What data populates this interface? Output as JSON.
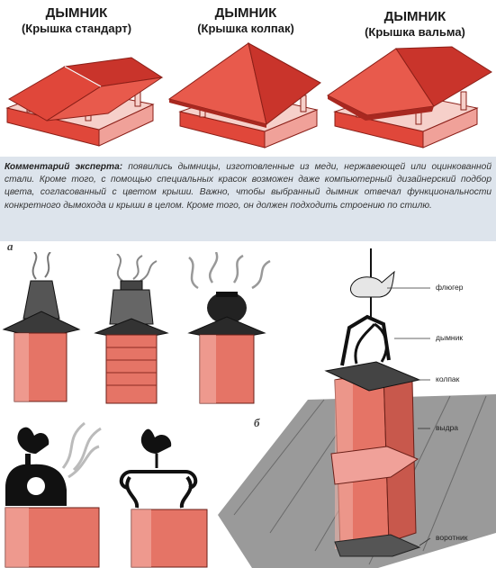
{
  "titles": [
    {
      "line1": "ДЫМНИК",
      "line2": "(Крышка стандарт)"
    },
    {
      "line1": "ДЫМНИК",
      "line2": "(Крышка колпак)"
    },
    {
      "line1": "ДЫМНИК",
      "line2": "(Крышка вальма)"
    }
  ],
  "comment": {
    "lead": "Комментарий эксперта:",
    "text": "появились дымницы, изготовленные из меди, нержавеющей или оцинкованной стали. Кроме того, с помощью специальных красок возможен даже компьютерный дизайнерский подбор цвета, согласованный с цветом крыши. Важно, чтобы выбранный дымник отвечал функциональности конкретного дымохода и крыши в целом. Кроме того, он должен подходить строению по стилю."
  },
  "figure_letters": {
    "a": "а",
    "b": "б"
  },
  "labels": {
    "fluger": "флюгер",
    "dymnik": "дымник",
    "kolpak": "колпак",
    "vydra": "выдра",
    "vorotnik": "воротник"
  },
  "colors": {
    "roof_red": "#e0473a",
    "roof_dark": "#b8302a",
    "brick": "#e57466",
    "brick_light": "#f3b2a8",
    "metal": "#2a2a2a",
    "comment_bg": "#dde4ec"
  }
}
